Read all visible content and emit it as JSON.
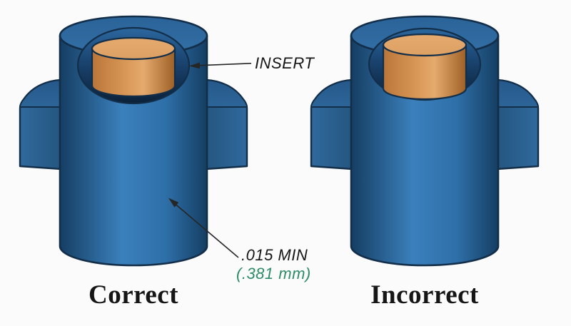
{
  "labels": {
    "insert": "INSERT",
    "min_depth": ".015 MIN",
    "min_depth_metric": "(.381 mm)"
  },
  "captions": {
    "correct": "Correct",
    "incorrect": "Incorrect"
  },
  "figures": [
    {
      "caption": "Correct",
      "insert_position": "recessed below boss top surface"
    },
    {
      "caption": "Incorrect",
      "insert_position": "nearly flush with boss top surface"
    }
  ],
  "colors": {
    "background": "#FBFBFB",
    "outline": "#132E49",
    "boss_edge": "#153E63",
    "boss_mid": "#2E6FA8",
    "boss_highlight": "#3B80BC",
    "rim_face": "#2A6398",
    "rim_face_light": "#336FA5",
    "cavity_top": "#2B679E",
    "cavity_mid": "#1A4470",
    "cavity_bottom": "#0B2139",
    "copper_edge_dark": "#9E6026",
    "copper_dark": "#BA763A",
    "copper_mid": "#D89756",
    "copper_light": "#E5AA6E",
    "copper_top": "#DCA063",
    "tab_light": "#30699D",
    "tab_dark": "#24567F",
    "tab_shoulder": "#25588A",
    "tab_face": "#2D6598",
    "annotation": "#262626",
    "text_dark": "#161616",
    "metric_green": "#2E8B68"
  }
}
